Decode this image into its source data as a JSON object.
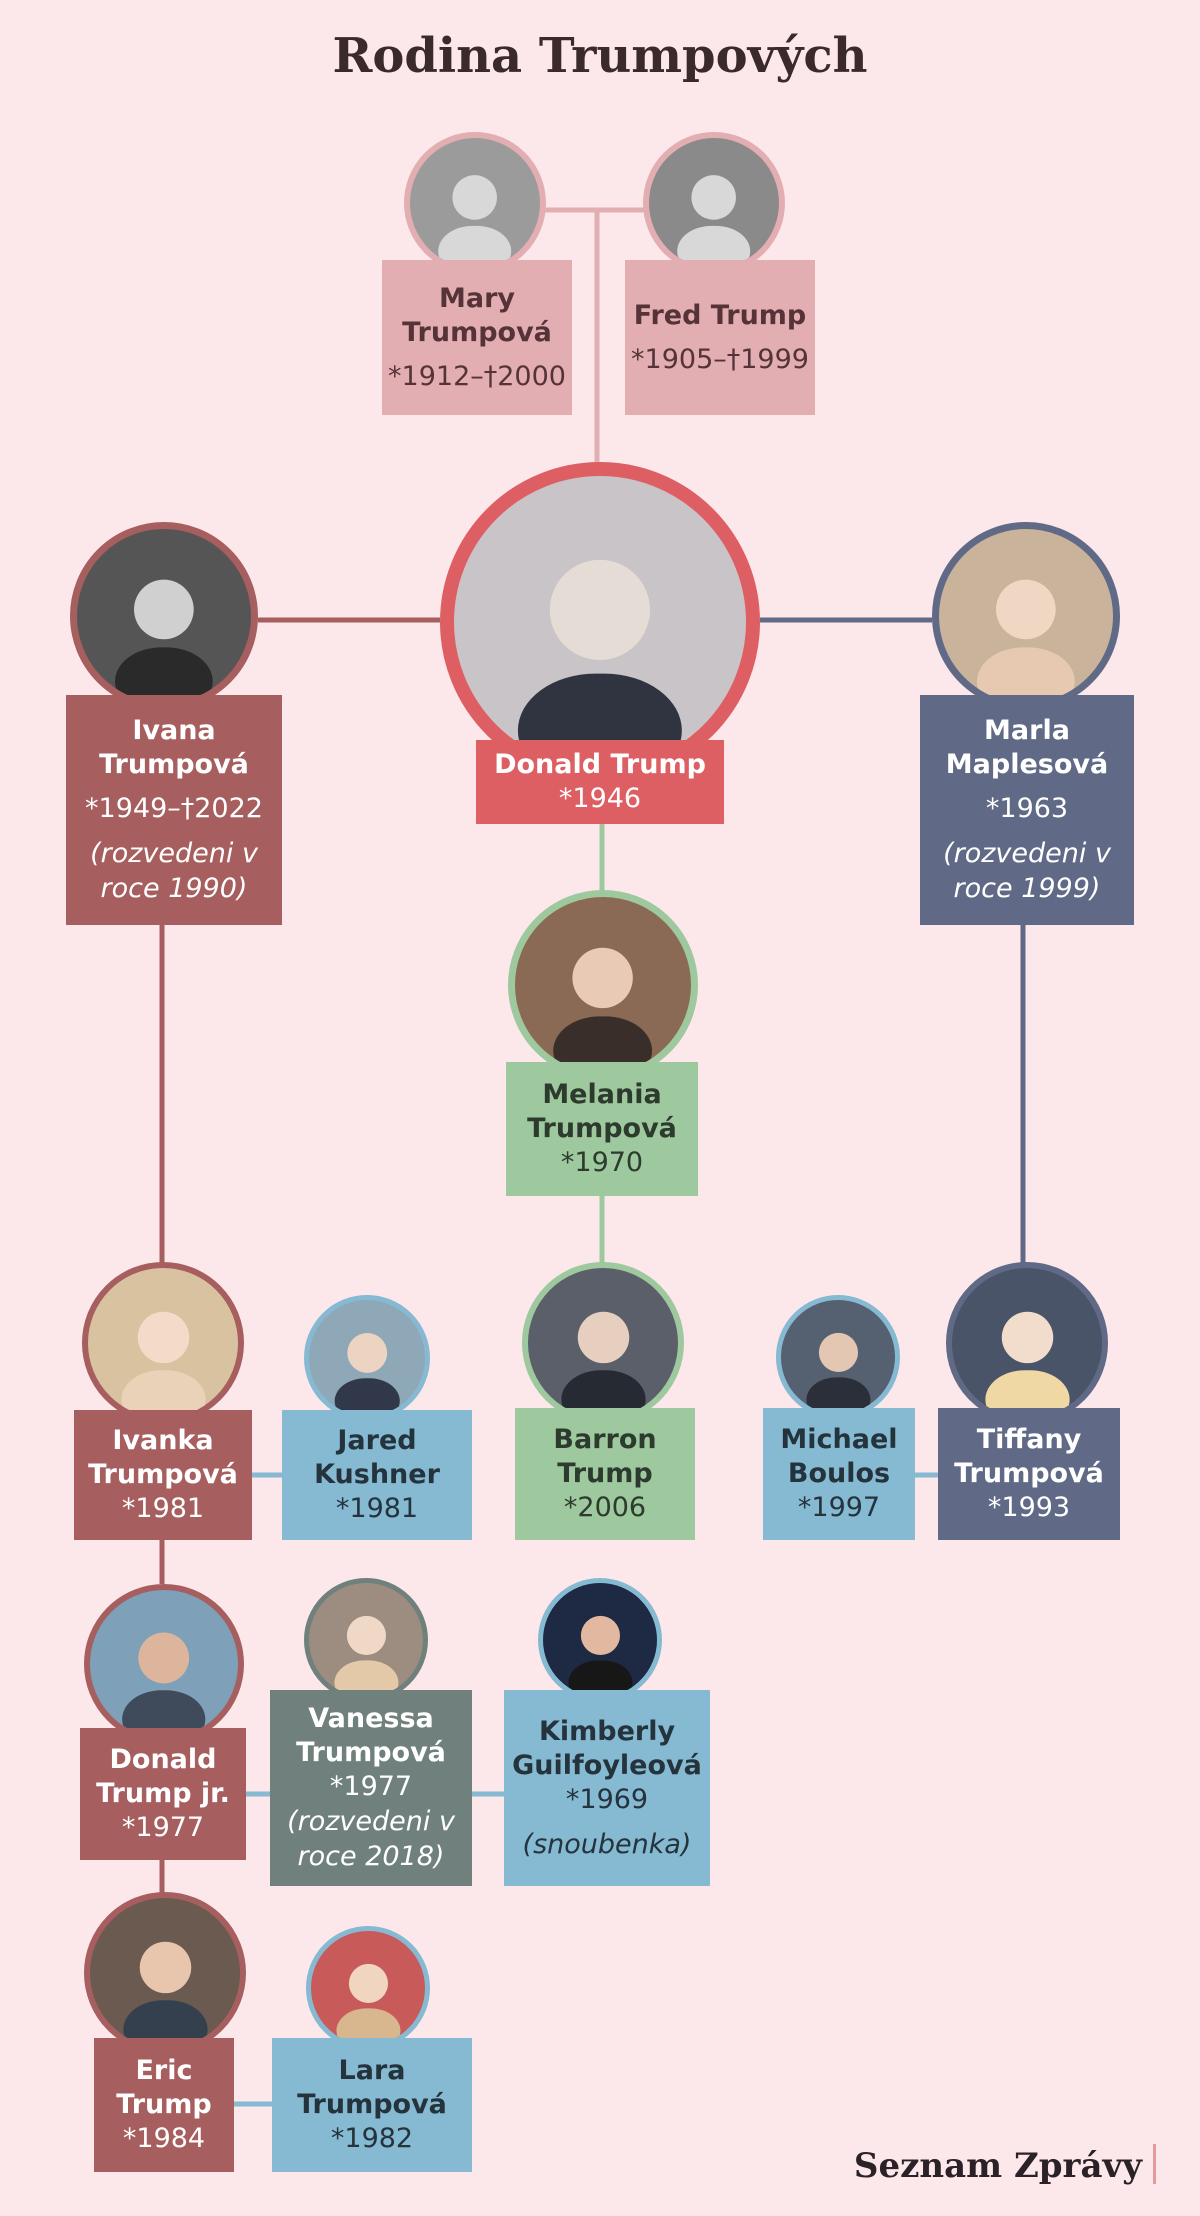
{
  "title": "Rodina Trumpových",
  "brand": "Seznam Zprávy",
  "colors": {
    "background": "#fce8ea",
    "grandparents": "#e2aeb2",
    "ivana_line": "#a75e5f",
    "donald": "#de5f63",
    "marla_line": "#606985",
    "melania_line": "#9ec89d",
    "spouses": "#86b9d2",
    "vanessa": "#6f807d"
  },
  "people": {
    "mary": {
      "name": "Mary Trumpová",
      "years": "*1912–†2000",
      "icon": "person-photo-icon"
    },
    "fred": {
      "name": "Fred Trump",
      "years": "*1905–†1999",
      "icon": "person-photo-icon"
    },
    "donald": {
      "name": "Donald Trump",
      "years": "*1946",
      "icon": "person-photo-icon"
    },
    "ivana": {
      "name": "Ivana Trumpová",
      "years": "*1949–†2022",
      "note": "(rozvedeni v roce 1990)",
      "icon": "person-photo-icon"
    },
    "marla": {
      "name": "Marla Maplesová",
      "years": "*1963",
      "note": "(rozvedeni v roce 1999)",
      "icon": "person-photo-icon"
    },
    "melania": {
      "name": "Melania Trumpová",
      "years": "*1970",
      "icon": "person-photo-icon"
    },
    "ivanka": {
      "name": "Ivanka Trumpová",
      "years": "*1981",
      "icon": "person-photo-icon"
    },
    "jared": {
      "name": "Jared Kushner",
      "years": "*1981",
      "icon": "person-photo-icon"
    },
    "barron": {
      "name": "Barron Trump",
      "years": "*2006",
      "icon": "person-photo-icon"
    },
    "michael": {
      "name": "Michael Boulos",
      "years": "*1997",
      "icon": "person-photo-icon"
    },
    "tiffany": {
      "name": "Tiffany Trumpová",
      "years": "*1993",
      "icon": "person-photo-icon"
    },
    "donjr": {
      "name": "Donald Trump jr.",
      "years": "*1977",
      "icon": "person-photo-icon"
    },
    "vanessa": {
      "name": "Vanessa Trumpová",
      "years": "*1977",
      "note": "(rozvedeni v roce 2018)",
      "icon": "person-photo-icon"
    },
    "kimberly": {
      "name": "Kimberly Guilfoyleová",
      "years": "*1969",
      "note": "(snoubenka)",
      "icon": "person-photo-icon"
    },
    "eric": {
      "name": "Eric Trump",
      "years": "*1984",
      "icon": "person-photo-icon"
    },
    "lara": {
      "name": "Lara Trumpová",
      "years": "*1982",
      "icon": "person-photo-icon"
    }
  }
}
